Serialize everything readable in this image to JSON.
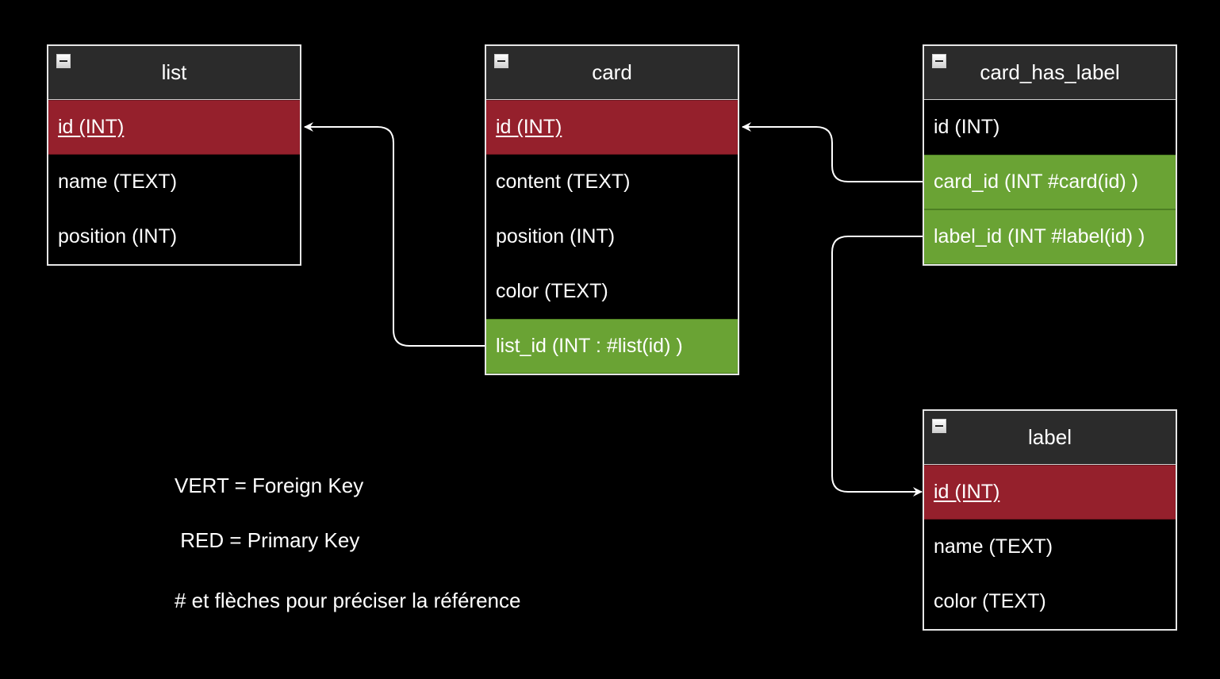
{
  "entities": {
    "list": {
      "title": "list",
      "fields": [
        "id (INT)",
        "name (TEXT)",
        "position (INT)"
      ]
    },
    "card": {
      "title": "card",
      "fields": [
        "id (INT)",
        "content (TEXT)",
        "position (INT)",
        "color (TEXT)",
        "list_id (INT : #list(id) )"
      ]
    },
    "card_has_label": {
      "title": "card_has_label",
      "fields": [
        "id (INT)",
        "card_id (INT #card(id) )",
        "label_id (INT #label(id) )"
      ]
    },
    "label": {
      "title": "label",
      "fields": [
        "id (INT)",
        "name (TEXT)",
        "color (TEXT)"
      ]
    }
  },
  "legend": {
    "line1": "VERT = Foreign Key",
    "line2": " RED = Primary Key",
    "line3": "# et flèches pour préciser la référence"
  },
  "colors": {
    "primary_key": "#95202c",
    "foreign_key": "#6aa334",
    "header": "#2b2b2b",
    "connector": "#ffffff"
  },
  "icons": {
    "collapse": "minus-square-icon"
  }
}
